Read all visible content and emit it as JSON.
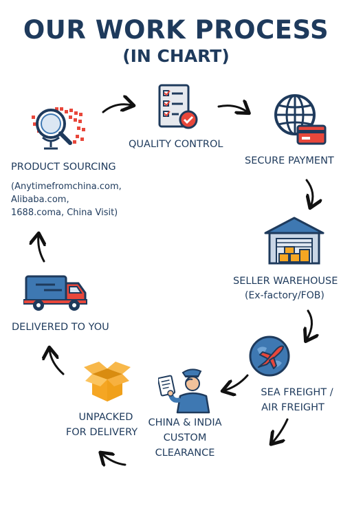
{
  "title": "OUR WORK PROCESS",
  "subtitle": "(IN CHART)",
  "steps": [
    {
      "label": "PRODUCT SOURCING",
      "sub": [
        "(Anytimefromchina.com,",
        "Alibaba.com,",
        "1688.coma, China Visit)"
      ],
      "icon": "globe-search-icon"
    },
    {
      "label": "QUALITY CONTROL",
      "icon": "checklist-icon"
    },
    {
      "label": "SECURE PAYMENT",
      "icon": "globe-card-icon"
    },
    {
      "label": "SELLER WAREHOUSE",
      "sub": [
        "(Ex-factory/FOB)"
      ],
      "icon": "warehouse-icon"
    },
    {
      "label_lines": [
        "SEA FREIGHT /",
        "AIR FREIGHT"
      ],
      "icon": "globe-plane-icon"
    },
    {
      "label_lines": [
        "CHINA & INDIA",
        "CUSTOM",
        "CLEARANCE"
      ],
      "icon": "customs-officer-icon"
    },
    {
      "label_lines": [
        "UNPACKED",
        "FOR DELIVERY"
      ],
      "icon": "open-box-icon"
    },
    {
      "label": "DELIVERED TO YOU",
      "icon": "truck-icon"
    }
  ],
  "colors": {
    "navy": "#1e3a5c",
    "red": "#e8473b",
    "blue": "#3e78b2",
    "orange": "#f5a623"
  }
}
